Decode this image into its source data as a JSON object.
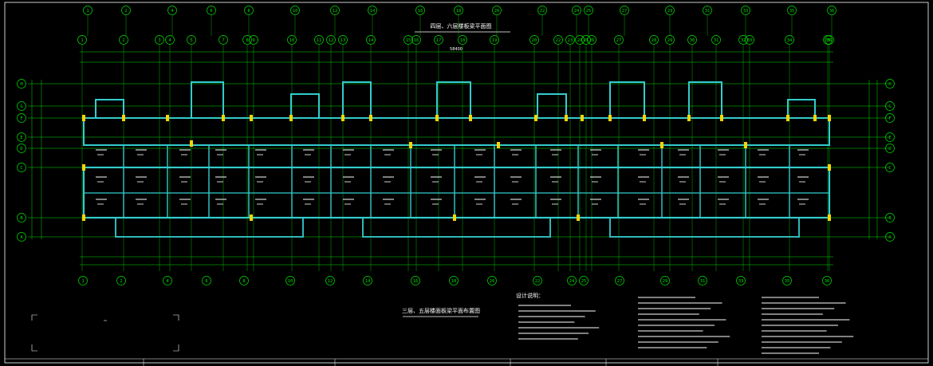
{
  "drawing": {
    "top_title": "四层、六层楼板梁平面图",
    "bottom_title": "三层、五层楼面板梁平面布置图",
    "notes_heading": "设计说明：",
    "overall_dim": "58400"
  },
  "grid": {
    "top_row_labels": [
      "1",
      "2",
      "4",
      "6",
      "8",
      "10",
      "12",
      "14",
      "16",
      "18",
      "20",
      "22",
      "24",
      "25",
      "27",
      "29",
      "31",
      "33",
      "35",
      "36"
    ],
    "second_row_labels": [
      "1",
      "2",
      "3",
      "4",
      "5",
      "7",
      "8",
      "9",
      "10",
      "11",
      "12",
      "13",
      "14",
      "15",
      "16",
      "17",
      "18",
      "19",
      "20",
      "22",
      "23",
      "24",
      "25",
      "26",
      "27",
      "28",
      "29",
      "30",
      "31",
      "32",
      "33",
      "34",
      "35",
      "36"
    ],
    "bottom_labels": [
      "1",
      "2",
      "4",
      "6",
      "8",
      "10",
      "12",
      "14",
      "16",
      "18",
      "20",
      "22",
      "24",
      "25",
      "27",
      "29",
      "31",
      "33",
      "35",
      "36"
    ],
    "row_labels": [
      "H",
      "G",
      "F",
      "E",
      "D",
      "C",
      "B",
      "A"
    ]
  },
  "colors": {
    "background": "#000000",
    "grid": "#00e000",
    "wall": "#33cccc",
    "column": "#ffd400",
    "text": "#ffffff"
  }
}
